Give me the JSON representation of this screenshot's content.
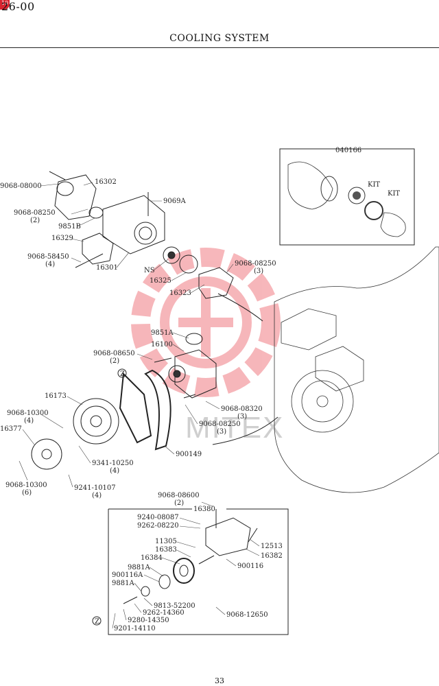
{
  "header": {
    "section_code": "26-00",
    "corner_tab": "10",
    "title": "COOLING SYSTEM"
  },
  "watermark": "MITEX",
  "kit_box": {
    "code": "040166",
    "kit_label_1": "KIT",
    "kit_label_2": "KIT"
  },
  "labels": {
    "l16302": "16302",
    "l9068_08000": "9068-08000",
    "l9069a": "9069A",
    "l9068_08250a": "9068-08250",
    "l9068_08250a_q": "(2)",
    "l9851b": "9851B",
    "l16329": "16329",
    "l9068_58450": "9068-58450",
    "l9068_58450_q": "(4)",
    "l16301": "16301",
    "lns": "NS",
    "l16325": "16325",
    "l9068_08250b": "9068-08250",
    "l9068_08250b_q": "(3)",
    "l16323": "16323",
    "l9851a": "9851A",
    "l16100": "16100",
    "l9068_08650": "9068-08650",
    "l9068_08650_q": "(2)",
    "lz1": "Z",
    "l16173": "16173",
    "l9068_10300a": "9068-10300",
    "l9068_10300a_q": "(4)",
    "l16377": "16377",
    "l9068_08320": "9068-08320",
    "l9068_08320_q": "(3)",
    "l9068_08250c": "9068-08250",
    "l9068_08250c_q": "(3)",
    "l9341_10250": "9341-10250",
    "l9341_10250_q": "(4)",
    "l900149": "900149",
    "l9068_10300b": "9068-10300",
    "l9068_10300b_q": "(6)",
    "l9241_10107": "9241-10107",
    "l9241_10107_q": "(4)",
    "l9068_08600": "9068-08600",
    "l9068_08600_q": "(2)",
    "l16380": "16380",
    "l9240_08087": "9240-08087",
    "l9262_08220": "9262-08220",
    "l11305": "11305",
    "l16383": "16383",
    "l16384": "16384",
    "l12513": "12513",
    "l16382": "16382",
    "l9881a_1": "9881A",
    "l900116a": "900116A",
    "l9881a_2": "9881A",
    "l900116": "900116",
    "l9813_52200": "9813-52200",
    "l9262_14360": "9262-14360",
    "l9280_14350": "9280-14350",
    "l9201_14110": "9201-14110",
    "l9068_12650": "9068-12650",
    "lz2": "Z"
  },
  "page_number": "33"
}
